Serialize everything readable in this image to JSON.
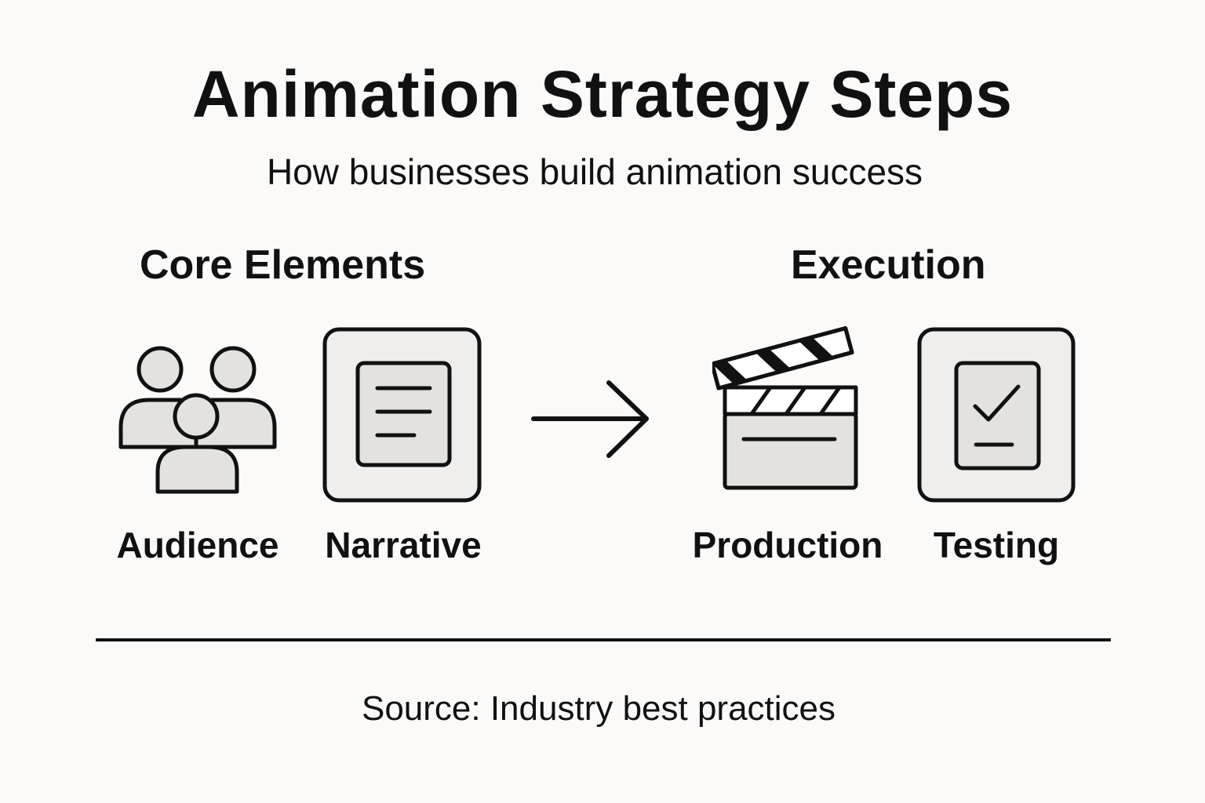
{
  "title": "Animation Strategy Steps",
  "subtitle": "How businesses build animation success",
  "sections": {
    "core": {
      "heading": "Core Elements",
      "items": [
        {
          "label": "Audience",
          "icon": "people-group-icon"
        },
        {
          "label": "Narrative",
          "icon": "document-icon"
        }
      ]
    },
    "execution": {
      "heading": "Execution",
      "items": [
        {
          "label": "Production",
          "icon": "clapperboard-icon"
        },
        {
          "label": "Testing",
          "icon": "checklist-document-icon"
        }
      ]
    }
  },
  "footer": {
    "source": "Source: Industry best practices"
  },
  "colors": {
    "background": "#fbfaf8",
    "ink": "#111111",
    "icon_fill": "#e3e2df"
  }
}
